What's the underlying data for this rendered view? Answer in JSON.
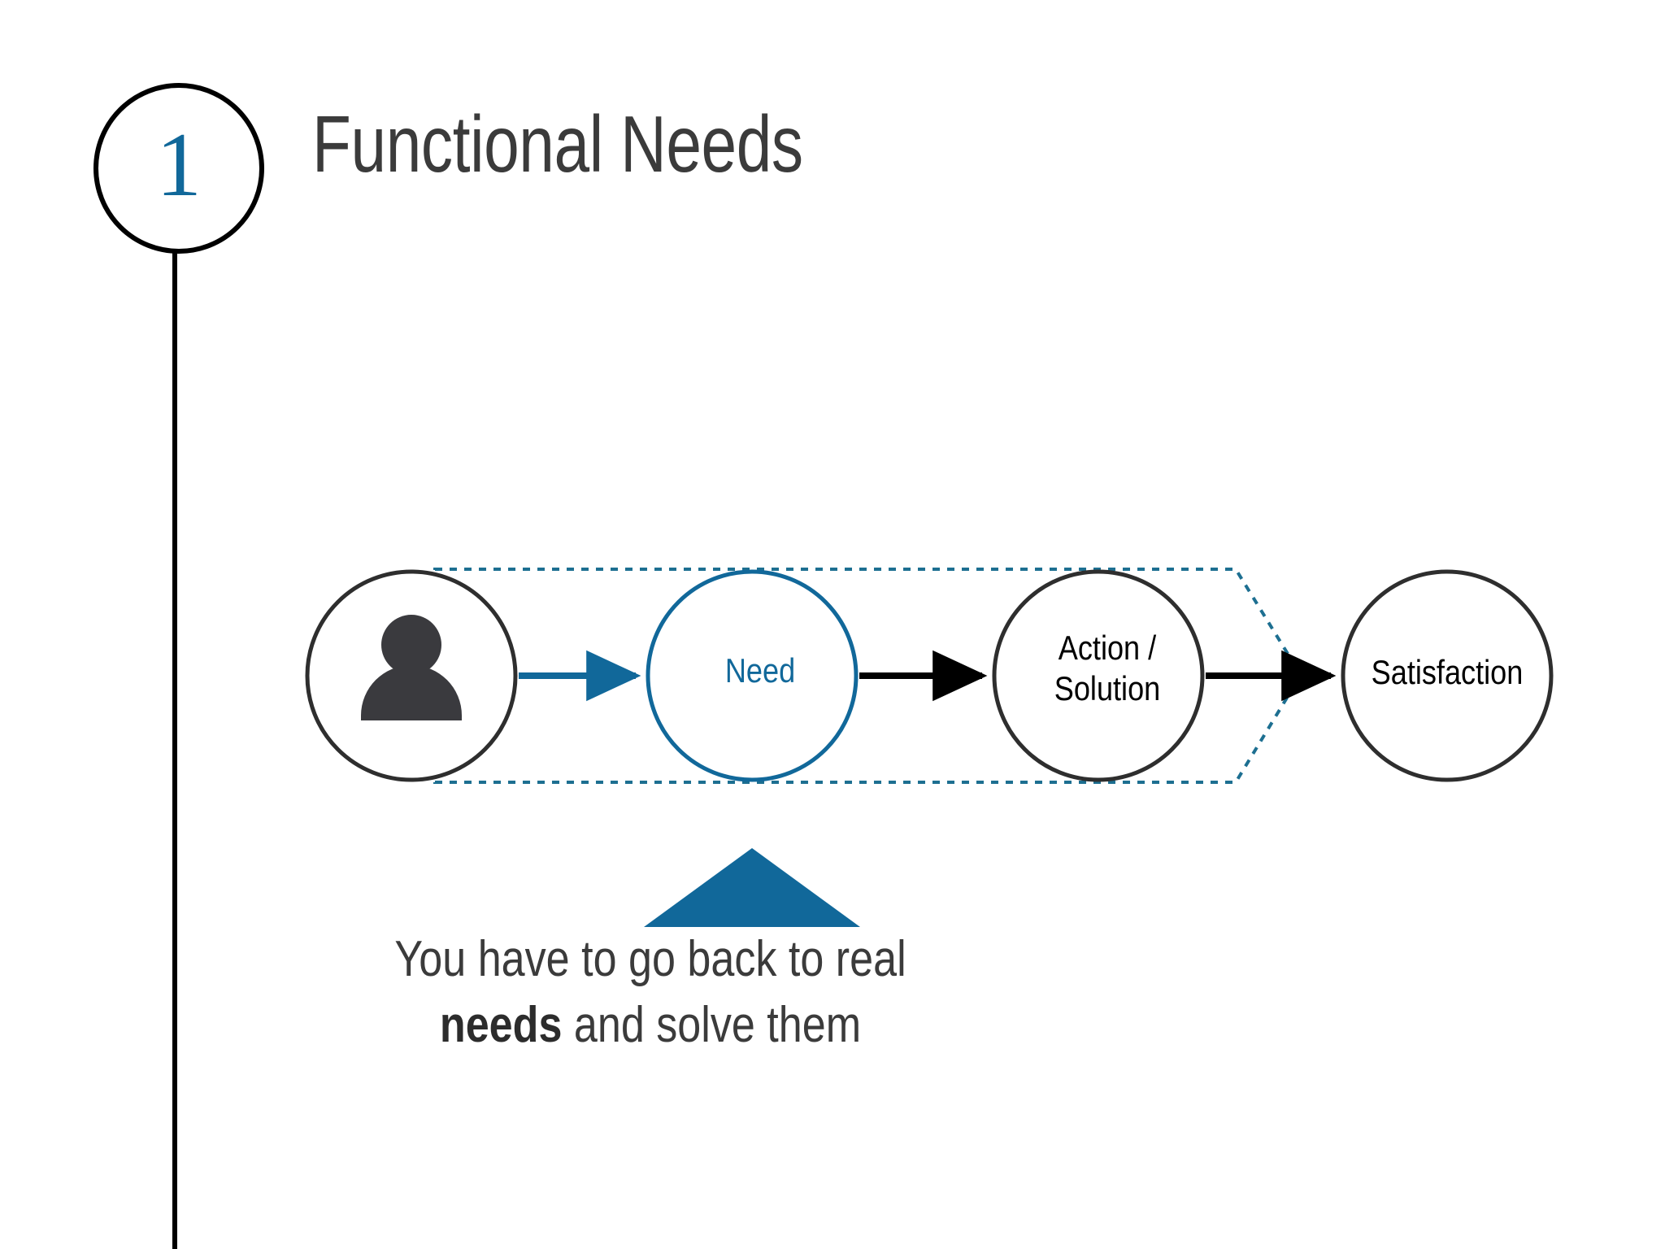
{
  "slide": {
    "step_number": "1",
    "title": "Functional Needs",
    "background_color": "#ffffff",
    "accent_color": "#11689a",
    "dark_color": "#3b3b3b"
  },
  "diagram": {
    "type": "flow",
    "nodes": [
      {
        "id": "person",
        "label": "",
        "icon": "person-icon",
        "stroke": "#2e2e2e",
        "text_color": "#2e2e2e"
      },
      {
        "id": "need",
        "label": "Need",
        "icon": "",
        "stroke": "#11689a",
        "text_color": "#11689a"
      },
      {
        "id": "action",
        "label": "Action /\nSolution",
        "icon": "",
        "stroke": "#2e2e2e",
        "text_color": "#000000"
      },
      {
        "id": "satisfaction",
        "label": "Satisfaction",
        "icon": "",
        "stroke": "#2e2e2e",
        "text_color": "#000000"
      }
    ],
    "connectors": [
      {
        "from": "person",
        "to": "need",
        "color": "#11689a",
        "style": "solid-arrow"
      },
      {
        "from": "need",
        "to": "action",
        "color": "#000000",
        "style": "solid-arrow"
      },
      {
        "from": "action",
        "to": "satisfaction",
        "color": "#000000",
        "style": "solid-arrow"
      }
    ],
    "highlight_outline": {
      "shape": "arrow-banner",
      "style": "dotted",
      "color": "#1d6f91",
      "covers": [
        "person",
        "need",
        "action"
      ]
    },
    "pointer": {
      "shape": "triangle-up",
      "color": "#11689a",
      "points_at": "need"
    }
  },
  "caption": {
    "line1": "You have to go back to real",
    "line2_bold": "needs",
    "line2_rest": " and solve them"
  }
}
